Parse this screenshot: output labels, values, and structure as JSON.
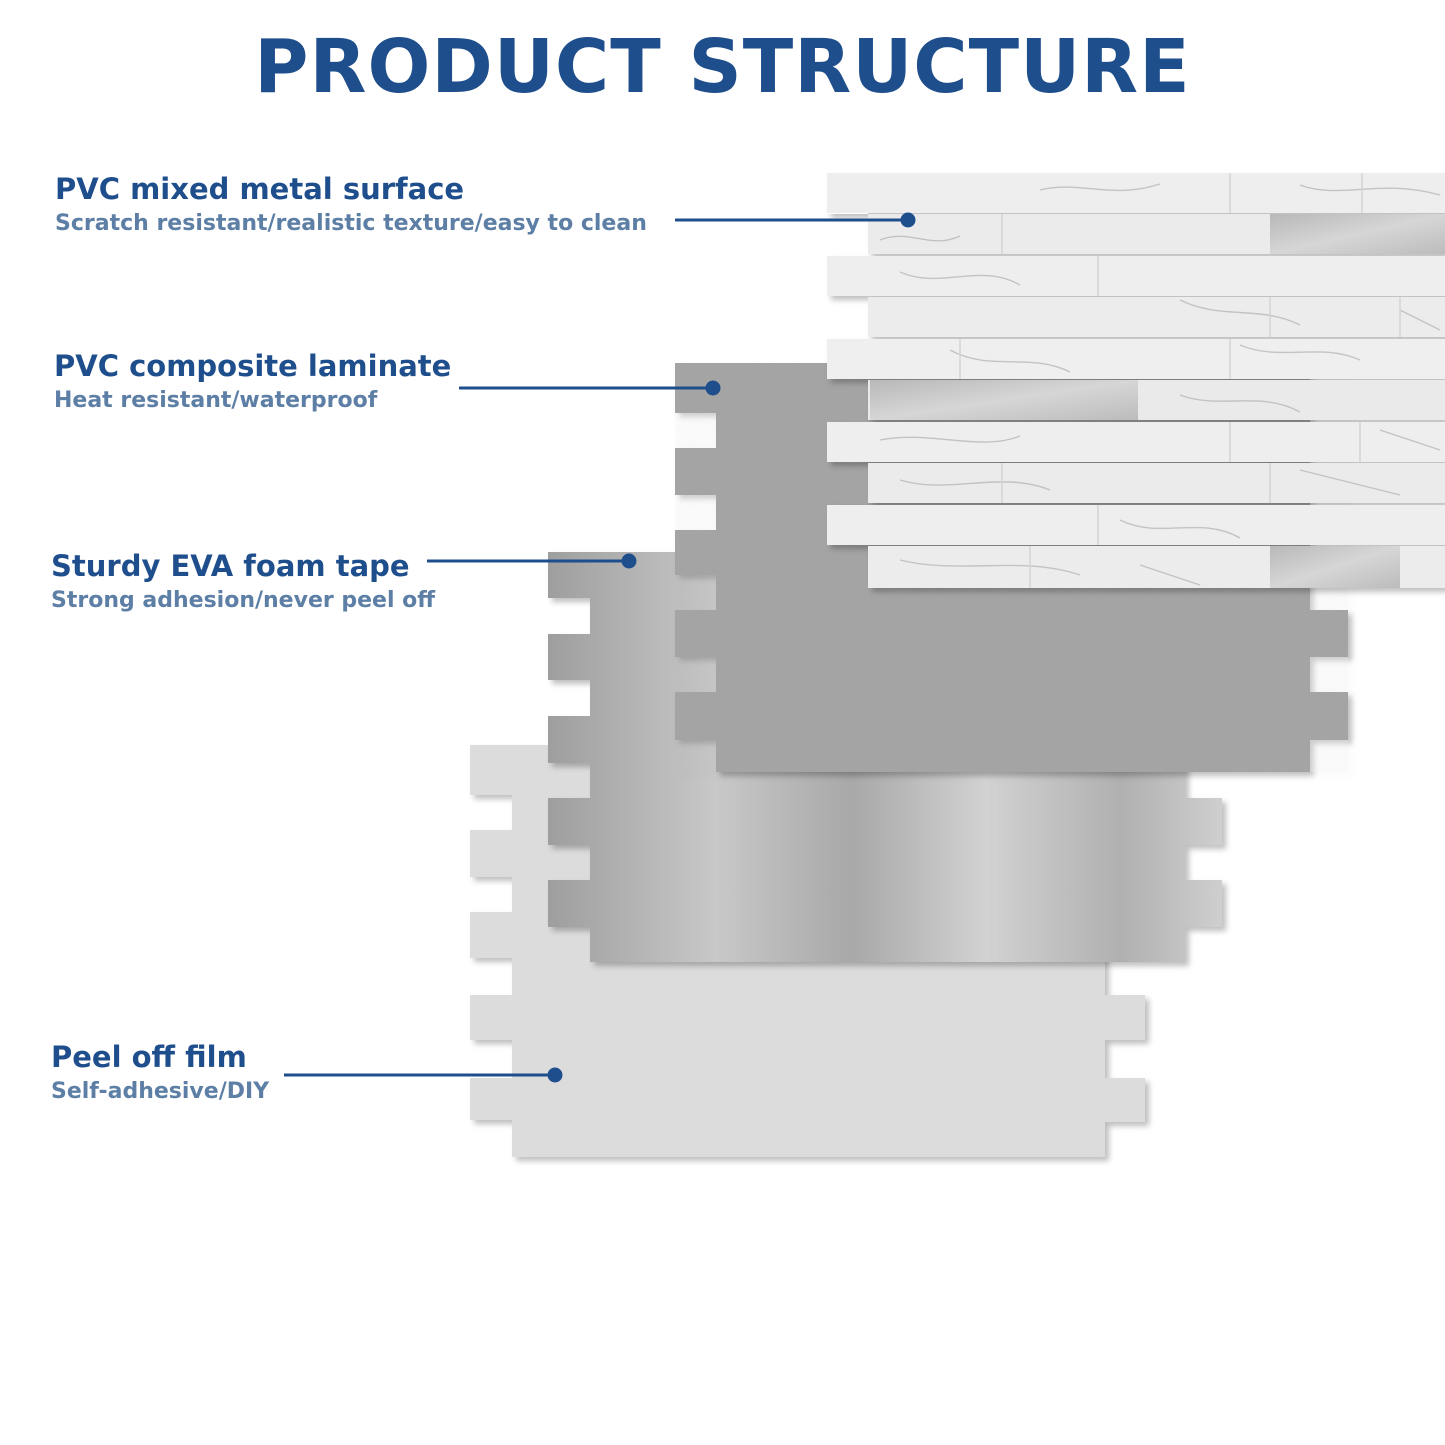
{
  "title": "PRODUCT STRUCTURE",
  "colors": {
    "title": "#1f4e8c",
    "name": "#1f4e8c",
    "desc": "#5d7fa6",
    "leader": "#1f4e8c",
    "surface": "#ecebec",
    "laminate": "#a3a3a3",
    "foam": "#bdbdbd",
    "film": "#dcdcdc",
    "metal_strip": "#c6c6c6"
  },
  "layers": [
    {
      "name": "PVC mixed metal surface",
      "desc": "Scratch resistant/realistic texture/easy to clean",
      "icon": "marble-tile-layer"
    },
    {
      "name": "PVC composite laminate",
      "desc": "Heat resistant/waterproof",
      "icon": "gray-laminate-layer"
    },
    {
      "name": "Sturdy EVA foam tape",
      "desc": "Strong adhesion/never peel off",
      "icon": "foam-tape-layer"
    },
    {
      "name": "Peel off film",
      "desc": "Self-adhesive/DIY",
      "icon": "peel-film-layer"
    }
  ]
}
